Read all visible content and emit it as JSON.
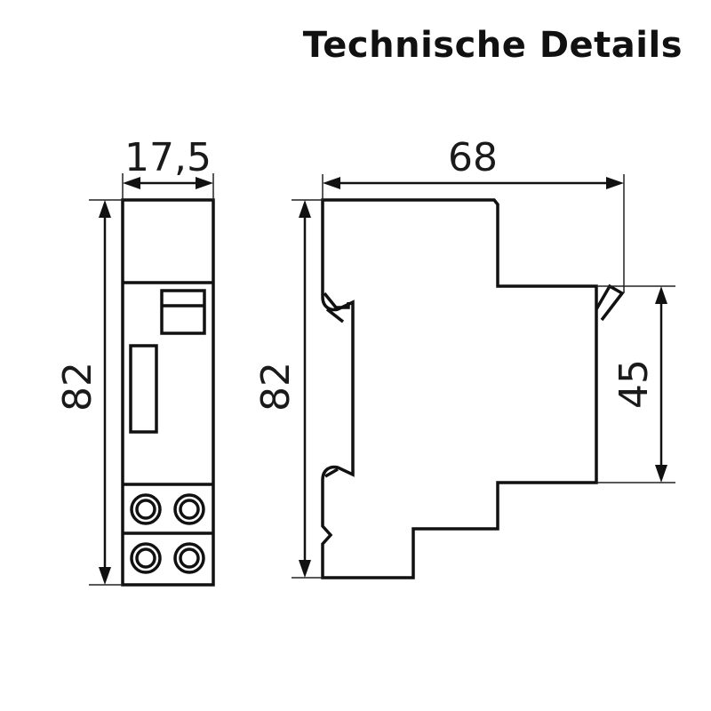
{
  "title": "Technische Details",
  "dimensions": {
    "front_width": "17,5",
    "front_height": "82",
    "side_width": "68",
    "side_height": "82",
    "side_neck_height": "45"
  },
  "colors": {
    "line": "#111111",
    "background": "#ffffff"
  }
}
